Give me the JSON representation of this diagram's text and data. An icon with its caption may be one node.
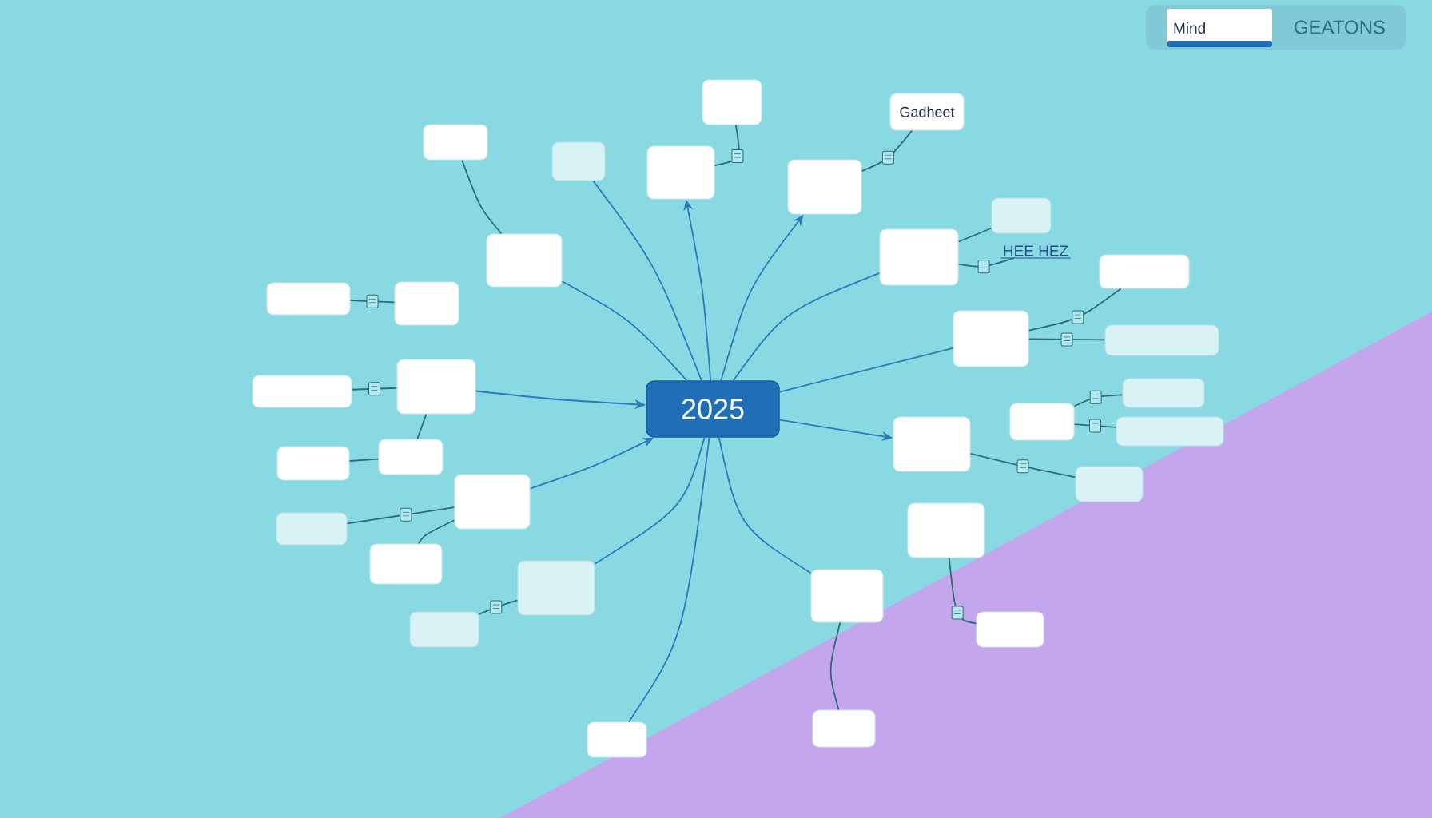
{
  "diagram": {
    "nodes": [
      {
        "text": [
          "GEATONS"
        ]
      },
      {
        "text": [
          "Mind"
        ],
        "in": 0
      },
      {
        "text": [],
        "shape": "box"
      },
      {
        "text": [
          "Gadheet"
        ]
      },
      {
        "text": [],
        "shape": "box"
      },
      {
        "text": [],
        "shape": "box"
      },
      {
        "text": [],
        "shape": "box"
      },
      {
        "text": [],
        "shape": "box"
      },
      {
        "text": [],
        "shape": "box"
      },
      {
        "text": [],
        "shape": "box"
      },
      {
        "text": [],
        "shape": "box"
      },
      {
        "text": [
          "HEE HEZ"
        ]
      },
      {
        "text": [],
        "shape": "box"
      },
      {
        "text": [],
        "shape": "box"
      },
      {
        "text": [],
        "shape": "box"
      },
      {
        "text": [],
        "shape": "box"
      },
      {
        "text": [],
        "shape": "box"
      },
      {
        "text": [
          "2025"
        ]
      },
      {
        "text": [],
        "shape": "box"
      },
      {
        "text": [],
        "shape": "box"
      },
      {
        "text": [],
        "shape": "box"
      },
      {
        "text": [],
        "shape": "box"
      },
      {
        "text": [],
        "shape": "box"
      },
      {
        "text": [],
        "shape": "box"
      },
      {
        "text": [],
        "shape": "box"
      },
      {
        "text": [],
        "shape": "box"
      },
      {
        "text": [],
        "shape": "box"
      },
      {
        "text": [],
        "shape": "box"
      },
      {
        "text": [],
        "shape": "box"
      },
      {
        "text": [],
        "shape": "box"
      },
      {
        "text": [],
        "shape": "box"
      },
      {
        "text": [],
        "shape": "box"
      },
      {
        "text": [],
        "shape": "box"
      },
      {
        "text": [],
        "shape": "box"
      },
      {
        "text": [],
        "shape": "box"
      },
      {
        "text": [],
        "shape": "box"
      },
      {
        "text": [],
        "shape": "box"
      }
    ],
    "edges": [
      {
        "from": 17,
        "to": 6,
        "arrow": "to",
        "color": "#2b7bbd"
      },
      {
        "from": 17,
        "to": 7,
        "arrow": "to",
        "color": "#2b7bbd"
      },
      {
        "from": 17,
        "to": 5,
        "arrow": "none",
        "color": "#2b7bbd"
      },
      {
        "from": 17,
        "to": 9,
        "arrow": "none",
        "color": "#2b7bbd"
      },
      {
        "from": 17,
        "to": 10,
        "arrow": "none",
        "color": "#2b7bbd"
      },
      {
        "from": 17,
        "to": 15,
        "arrow": "none",
        "color": "#2b7bbd"
      },
      {
        "from": 18,
        "to": 17,
        "arrow": "to",
        "color": "#2b7bbd"
      },
      {
        "from": 27,
        "to": 17,
        "arrow": "to",
        "color": "#2b7bbd"
      },
      {
        "from": 17,
        "to": 23,
        "arrow": "to",
        "color": "#2b7bbd"
      },
      {
        "from": 17,
        "to": 32,
        "arrow": "none",
        "color": "#2b7bbd"
      },
      {
        "from": 17,
        "to": 31,
        "arrow": "none",
        "color": "#2b7bbd"
      },
      {
        "from": 17,
        "to": 36,
        "arrow": "none",
        "color": "#2b7bbd"
      },
      {
        "from": 4,
        "to": 9,
        "arrow": "none"
      },
      {
        "from": 2,
        "to": 6,
        "arrow": "none"
      },
      {
        "from": 3,
        "to": 7,
        "arrow": "none"
      },
      {
        "from": 8,
        "to": 10,
        "arrow": "none"
      },
      {
        "from": 11,
        "to": 10,
        "arrow": "none"
      },
      {
        "from": 12,
        "to": 15,
        "arrow": "none"
      },
      {
        "from": 16,
        "to": 15,
        "arrow": "none"
      },
      {
        "from": 13,
        "to": 14,
        "arrow": "none"
      },
      {
        "from": 19,
        "to": 18,
        "arrow": "none"
      },
      {
        "from": 24,
        "to": 18,
        "arrow": "none"
      },
      {
        "from": 25,
        "to": 24,
        "arrow": "none"
      },
      {
        "from": 21,
        "to": 20,
        "arrow": "none"
      },
      {
        "from": 22,
        "to": 21,
        "arrow": "none"
      },
      {
        "from": 23,
        "to": 26,
        "arrow": "none"
      },
      {
        "from": 28,
        "to": 27,
        "arrow": "none"
      },
      {
        "from": 30,
        "to": 27,
        "arrow": "none"
      },
      {
        "from": 34,
        "to": 31,
        "arrow": "none"
      },
      {
        "from": 29,
        "to": 33,
        "arrow": "none"
      },
      {
        "from": 35,
        "to": 32,
        "arrow": "none"
      }
    ]
  }
}
